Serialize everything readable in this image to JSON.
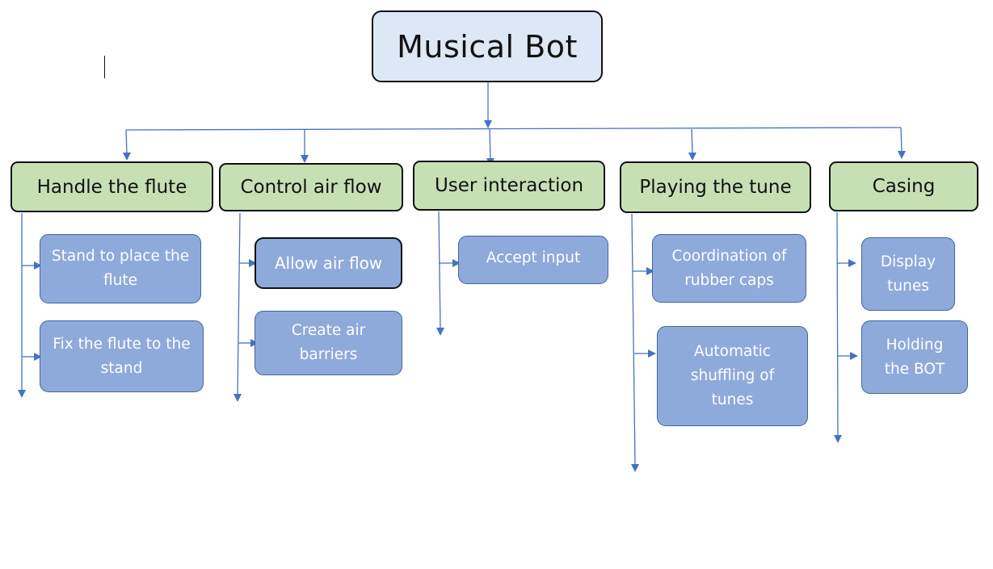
{
  "title": "Musical Bot",
  "categories": [
    {
      "label": "Handle the flute",
      "items": [
        "Stand to place the flute",
        "Fix the flute to the stand"
      ]
    },
    {
      "label": "Control air flow",
      "items": [
        "Allow air flow",
        "Create air barriers"
      ]
    },
    {
      "label": "User interaction",
      "items": [
        "Accept input"
      ]
    },
    {
      "label": "Playing the tune",
      "items": [
        "Coordination of rubber caps",
        "Automatic shuffling of tunes"
      ]
    },
    {
      "label": "Casing",
      "items": [
        "Display tunes",
        "Holding the BOT"
      ]
    }
  ],
  "colors": {
    "root_fill": "#dce8f5",
    "category_fill": "#c6e0b4",
    "item_fill": "#8eaadb",
    "connector": "#4472c4"
  }
}
